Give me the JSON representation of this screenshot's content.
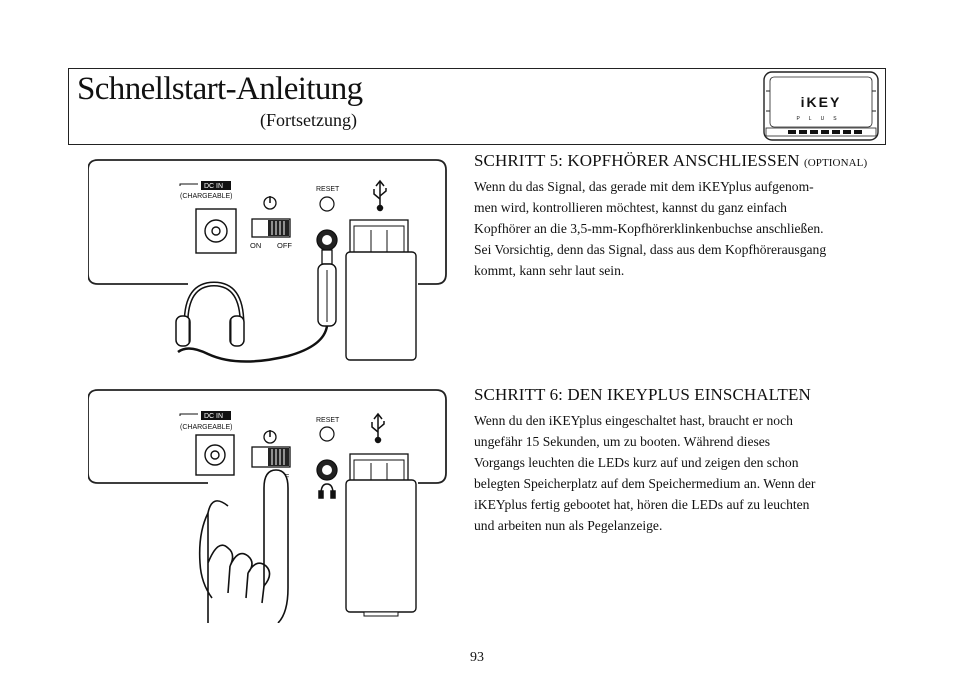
{
  "header": {
    "title": "Schnellstart-Anleitung",
    "subtitle": "(Fortsetzung)",
    "device_logo": "iKEY",
    "device_logo_sub": "PLUS"
  },
  "step5": {
    "heading": "SCHRITT 5: KOPFHÖRER ANSCHLIESSEN",
    "heading_optional": "(OPTIONAL)",
    "body": "Wenn du das Signal, das gerade mit dem iKEYplus aufgenom-\nmen wird, kontrollieren möchtest, kannst du ganz einfach\nKopfhörer an die 3,5-mm-Kopfhörerklinkenbuchse anschließen.\nSei Vorsichtig, denn das Signal, dass aus dem Kopfhörerausgang\nkommt, kann sehr laut sein."
  },
  "step6": {
    "heading": "SCHRITT 6: DEN IKEYPLUS EINSCHALTEN",
    "body": "Wenn du den iKEYplus eingeschaltet hast, braucht er noch\nungefähr 15 Sekunden, um zu booten. Während dieses\nVorgangs leuchten die LEDs kurz auf und zeigen den schon\nbelegten Speicherplatz auf dem Speichermedium an. Wenn der\niKEYplus fertig gebootet hat, hören die LEDs auf zu leuchten\nund arbeiten nun als Pegelanzeige."
  },
  "device_labels": {
    "dc_in": "DC IN",
    "chargeable": "(CHARGEABLE)",
    "reset": "RESET",
    "on": "ON",
    "off": "OFF",
    "off_partial": "FF"
  },
  "icons": [
    "power-icon",
    "usb-icon",
    "headphones-icon",
    "hand-icon"
  ],
  "page_number": "93"
}
